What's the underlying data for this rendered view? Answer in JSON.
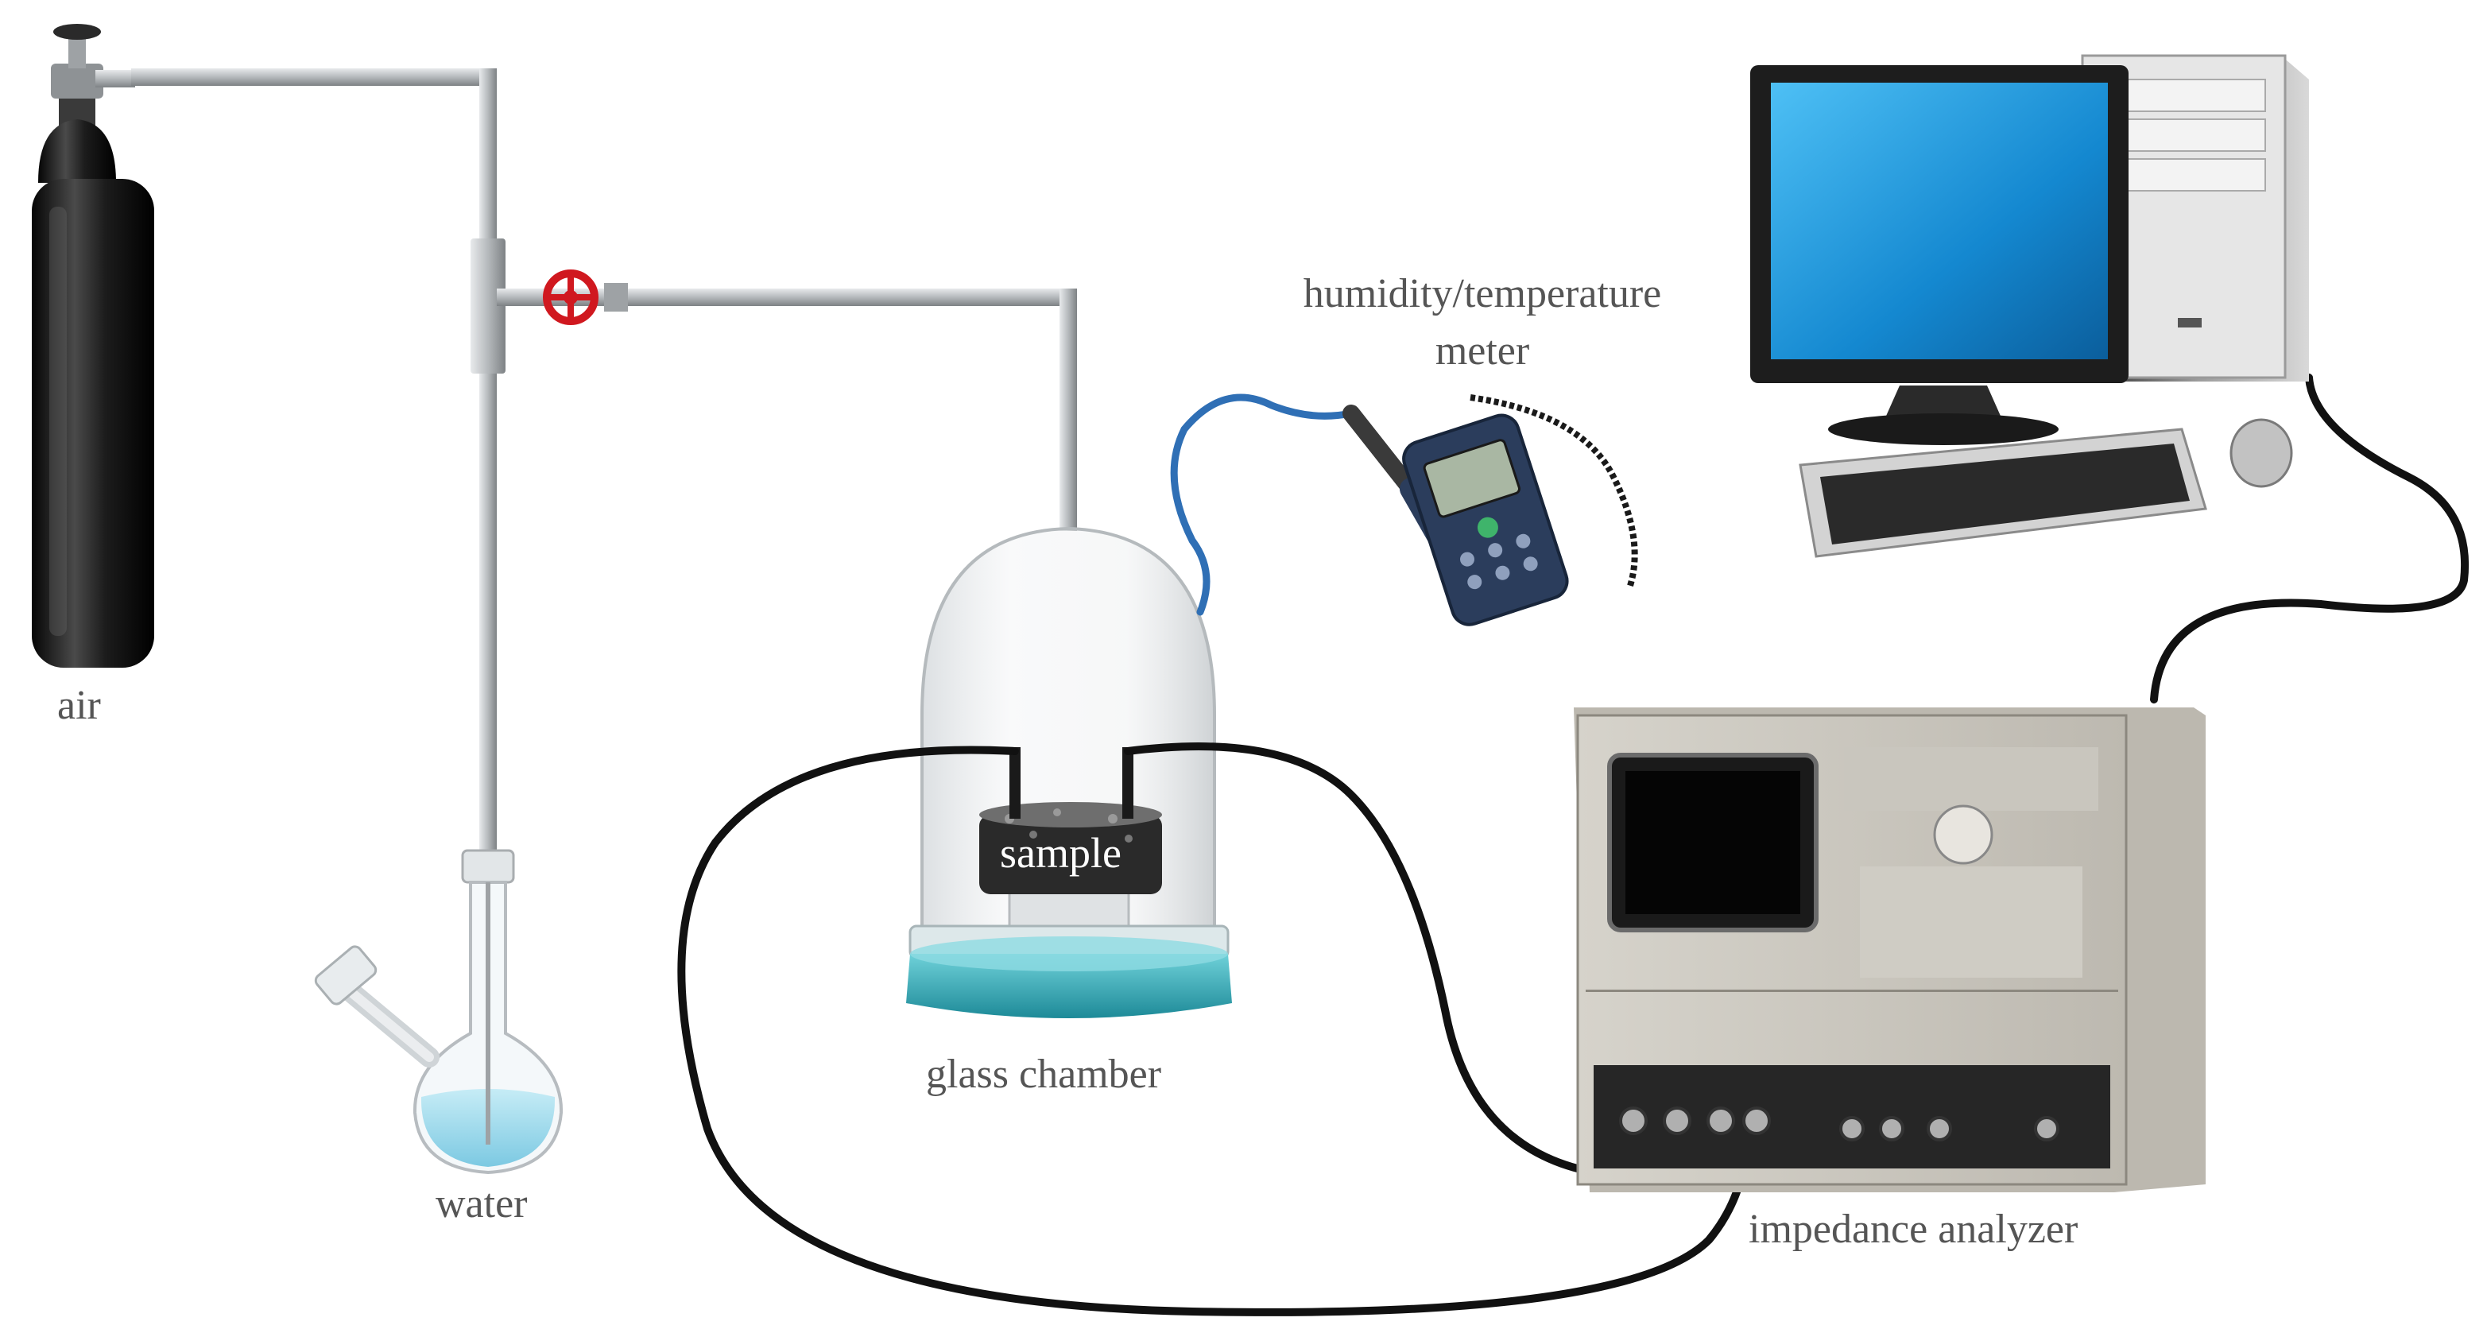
{
  "labels": {
    "air": "air",
    "water": "water",
    "glass_chamber": "glass chamber",
    "sample": "sample",
    "meter_line1": "humidity/temperature",
    "meter_line2": "meter",
    "impedance_analyzer": "impedance analyzer"
  },
  "colors": {
    "pipe": "#b8bcbf",
    "pipe_edge": "#8a8e91",
    "cylinder": "#1a1a1a",
    "valve": "#d0181f",
    "water": "#9fd6e8",
    "chamber_base": "#3aa9b5",
    "cable": "#111111",
    "probe_cable": "#2f6fb5",
    "meter_body": "#2b3d5c",
    "screen": "#1a8fd6",
    "analyzer": "#d9d6cf",
    "label": "#555555"
  }
}
